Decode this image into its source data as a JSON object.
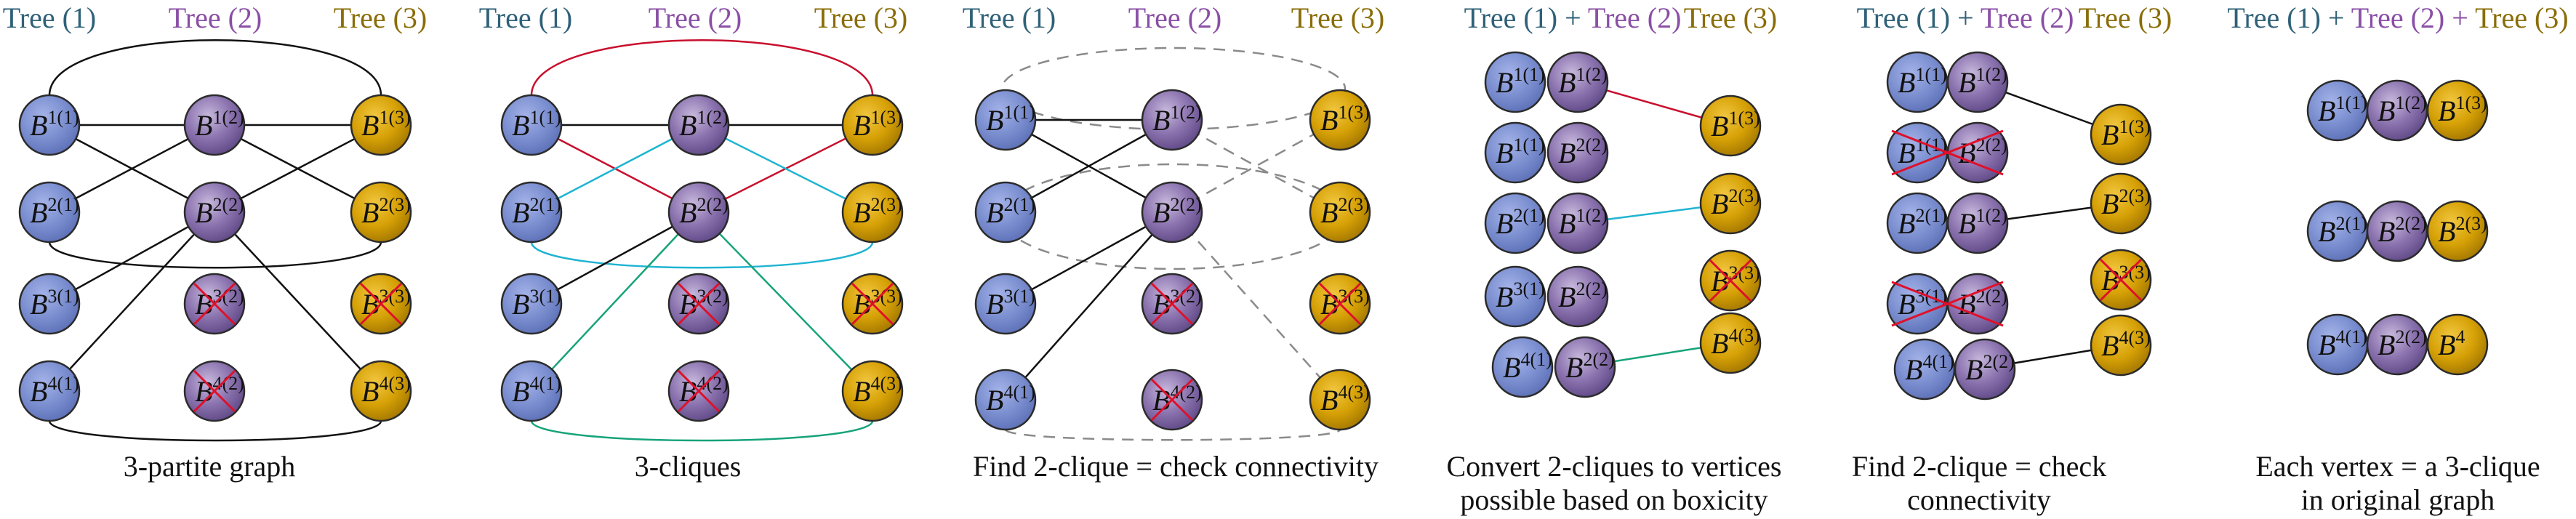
{
  "colors": {
    "tree1_fill": "#7b8fd0",
    "tree2_fill": "#8a72ae",
    "tree3_fill": "#d6a106",
    "tree1_text": "#2f6178",
    "tree2_text": "#8a4fa6",
    "tree3_text": "#8a6d08",
    "edge": "#111111",
    "red": "#c8102e",
    "cyan": "#1fb4d2",
    "green": "#16a37a",
    "dashed": "#8a8a8a",
    "cross": "#e0102a"
  },
  "labels": {
    "tree1": "Tree (1)",
    "tree2": "Tree (2)",
    "tree3": "Tree (3)",
    "plus": " + "
  },
  "node_letter": "B",
  "nodes": {
    "B11": "1(1)",
    "B21": "2(1)",
    "B31": "3(1)",
    "B41": "4(1)",
    "B12": "1(2)",
    "B22": "2(2)",
    "B32": "3(2)",
    "B42": "4(2)",
    "B13": "1(3)",
    "B23": "2(3)",
    "B33": "3(3)",
    "B43": "4(3)",
    "B4": "4"
  },
  "panels": [
    {
      "caption": [
        "3-partite graph"
      ]
    },
    {
      "caption": [
        "3-cliques"
      ]
    },
    {
      "caption": [
        "Find 2-clique = check connectivity"
      ]
    },
    {
      "caption": [
        "Convert 2-cliques to vertices",
        "possible based on boxicity"
      ]
    },
    {
      "caption": [
        "Find 2-clique = check",
        "connectivity"
      ]
    },
    {
      "caption": [
        "Each vertex = a 3-clique",
        "in original graph"
      ]
    }
  ]
}
